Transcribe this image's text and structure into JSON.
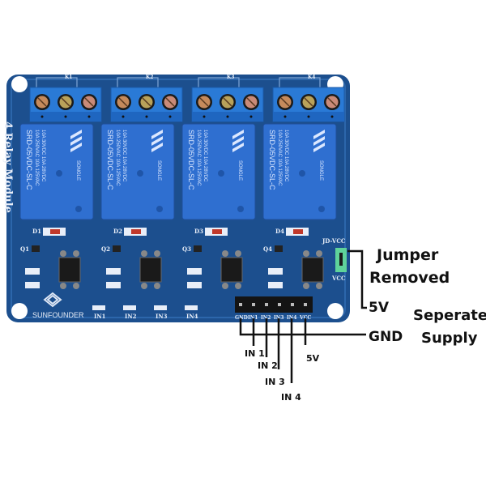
{
  "board": {
    "title": "4 Relay Module",
    "brand": "SUNFOUNDER",
    "jumper_top": "JD-VCC",
    "jumper_bottom": "VCC",
    "header_pins": [
      "GND",
      "IN1",
      "IN2",
      "IN3",
      "IN4",
      "VCC"
    ],
    "led_labels": [
      "IN1",
      "IN2",
      "IN3",
      "IN4"
    ],
    "diode_labels": [
      "D1",
      "D2",
      "D3",
      "D4"
    ],
    "transistor_labels": [
      "Q1",
      "Q2",
      "Q3",
      "Q4"
    ],
    "relay_labels": [
      "K1",
      "K2",
      "K3",
      "K4"
    ],
    "relay": {
      "model": "SRD-05VDC-SL-C",
      "maker": "SONGLE",
      "rating1": "10A 250VAC  10A 125VAC",
      "rating2": "10A 30VDC  10A 28VDC"
    },
    "colors": {
      "pcb": "#1c4f8e",
      "relay": "#2f6fd0",
      "terminal": "#2a7ad6",
      "jumper": "#5fd39a"
    }
  },
  "annotations": {
    "jumper_line1": "Jumper",
    "jumper_line2": "Removed",
    "jd_vcc_supply": "5V",
    "supply_line1": "Seperate",
    "supply_line2": "Supply",
    "gnd": "GND",
    "in1": "IN 1",
    "in2": "IN 2",
    "in3": "IN 3",
    "in4": "IN 4",
    "vcc": "5V"
  }
}
